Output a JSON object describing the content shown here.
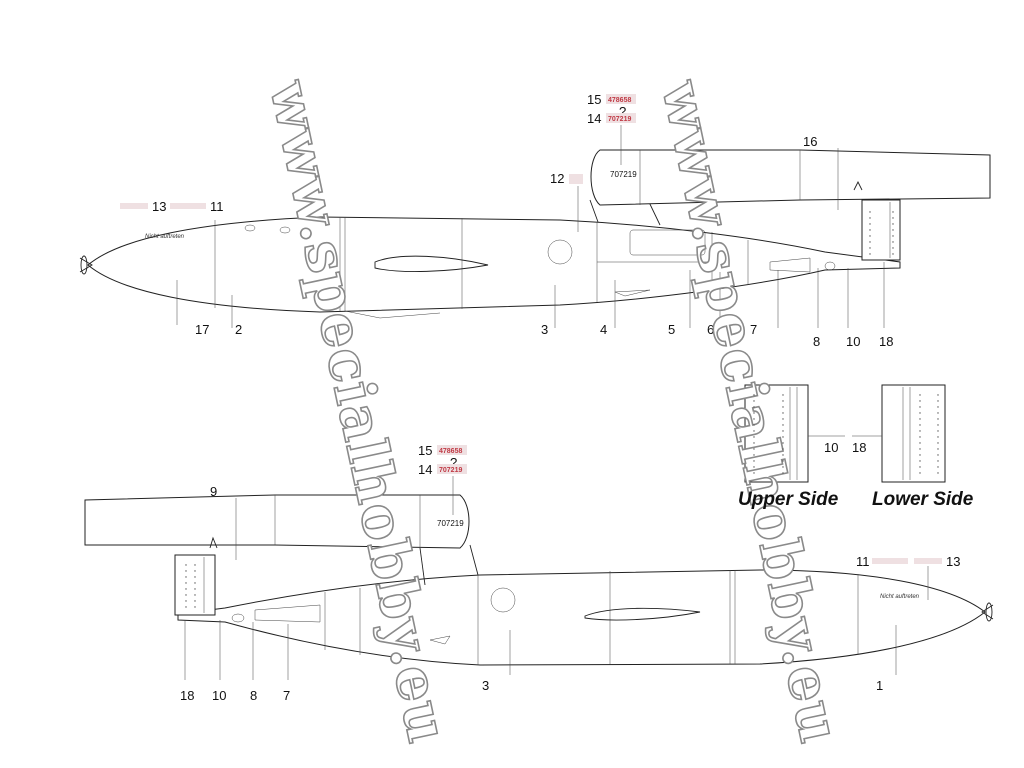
{
  "watermark": "www.specialhobby.eu",
  "colors": {
    "serial_red": "#c03a45",
    "outline": "#222222",
    "watermark_stroke": "#8a8a8a"
  },
  "engine_serial": "707219",
  "decal_labels": {
    "serial_a": "478658",
    "serial_b": "707219",
    "question": "?",
    "nicht_auftreten": "Nicht auftreten"
  },
  "top_view": {
    "callouts": [
      "15",
      "14",
      "16",
      "12",
      "13",
      "11",
      "17",
      "2",
      "3",
      "4",
      "5",
      "6",
      "7",
      "8",
      "10",
      "18"
    ]
  },
  "bottom_view": {
    "callouts": [
      "15",
      "14",
      "9",
      "11",
      "13",
      "18",
      "10",
      "8",
      "7",
      "3",
      "1"
    ]
  },
  "detail": {
    "callouts": [
      "10",
      "18"
    ],
    "upper_caption": "Upper Side",
    "lower_caption": "Lower Side"
  }
}
